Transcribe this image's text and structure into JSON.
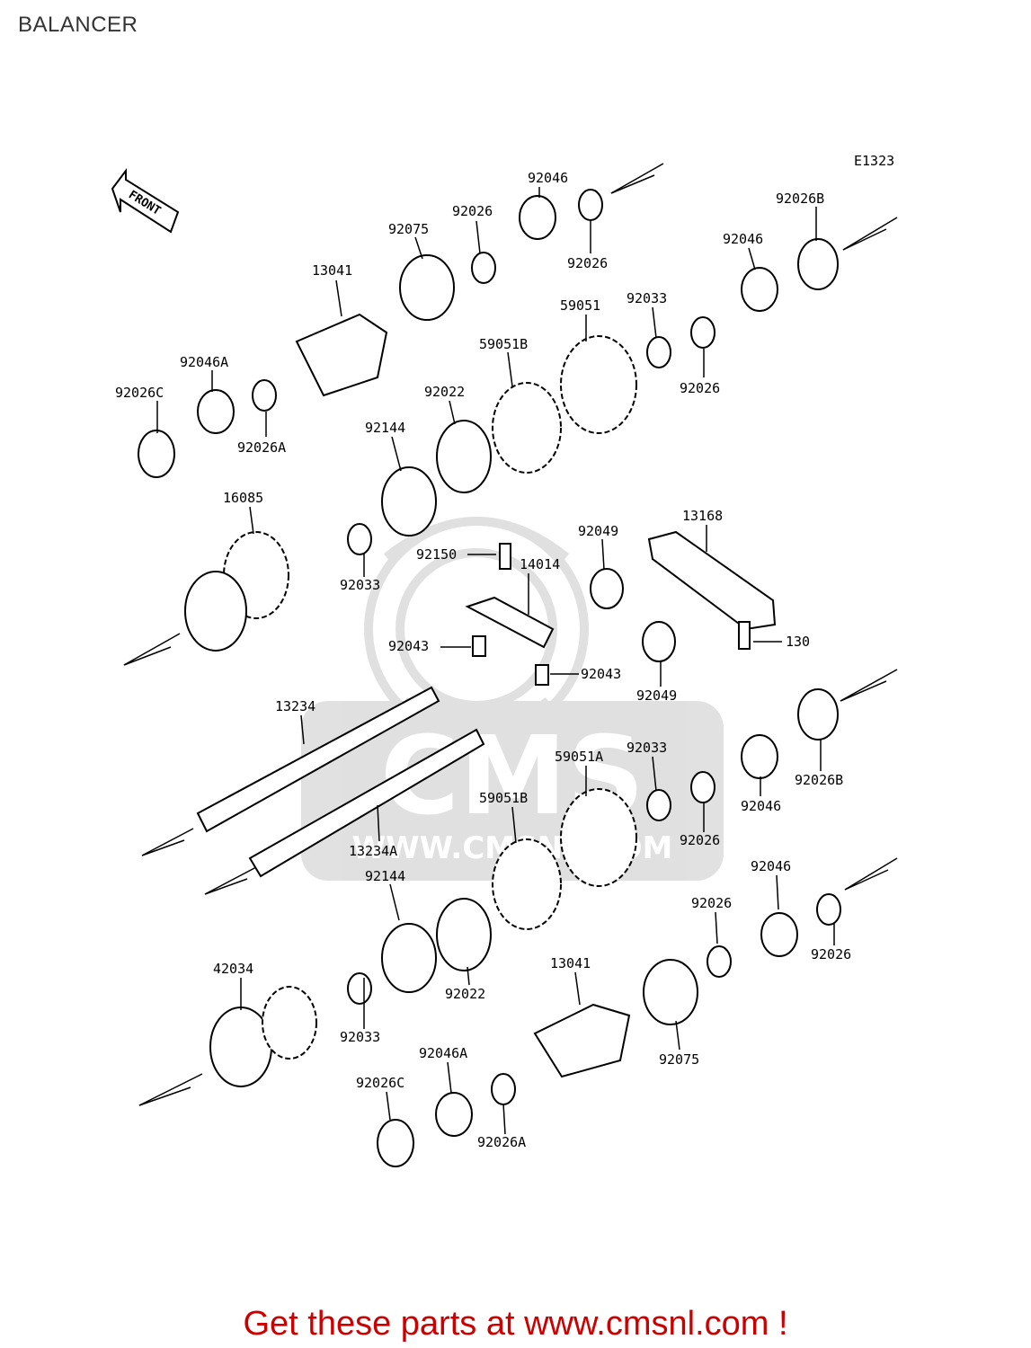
{
  "page": {
    "title": "BALANCER"
  },
  "diagram": {
    "ref_code": "E1323",
    "front_arrow_label": "FRONT",
    "watermark": {
      "brand": "CMS",
      "url": "WWW.CMSNL.COM"
    },
    "accent_color": "#cc0000",
    "parts": [
      "92046",
      "92026",
      "92075",
      "92026",
      "92026B",
      "13041",
      "92046",
      "59051",
      "92033",
      "92046A",
      "59051B",
      "92026",
      "92026C",
      "92022",
      "92026A",
      "92144",
      "16085",
      "13168",
      "92049",
      "92150",
      "92033",
      "14014",
      "92043",
      "130",
      "92043",
      "92049",
      "13234",
      "92033",
      "59051A",
      "92026B",
      "59051B",
      "92046",
      "92026",
      "13234A",
      "92144",
      "92046",
      "92026",
      "92026",
      "42034",
      "13041",
      "92022",
      "92033",
      "92075",
      "92046A",
      "92026C",
      "92026A"
    ]
  },
  "footer": {
    "cta": "Get these parts at www.cmsnl.com !"
  }
}
